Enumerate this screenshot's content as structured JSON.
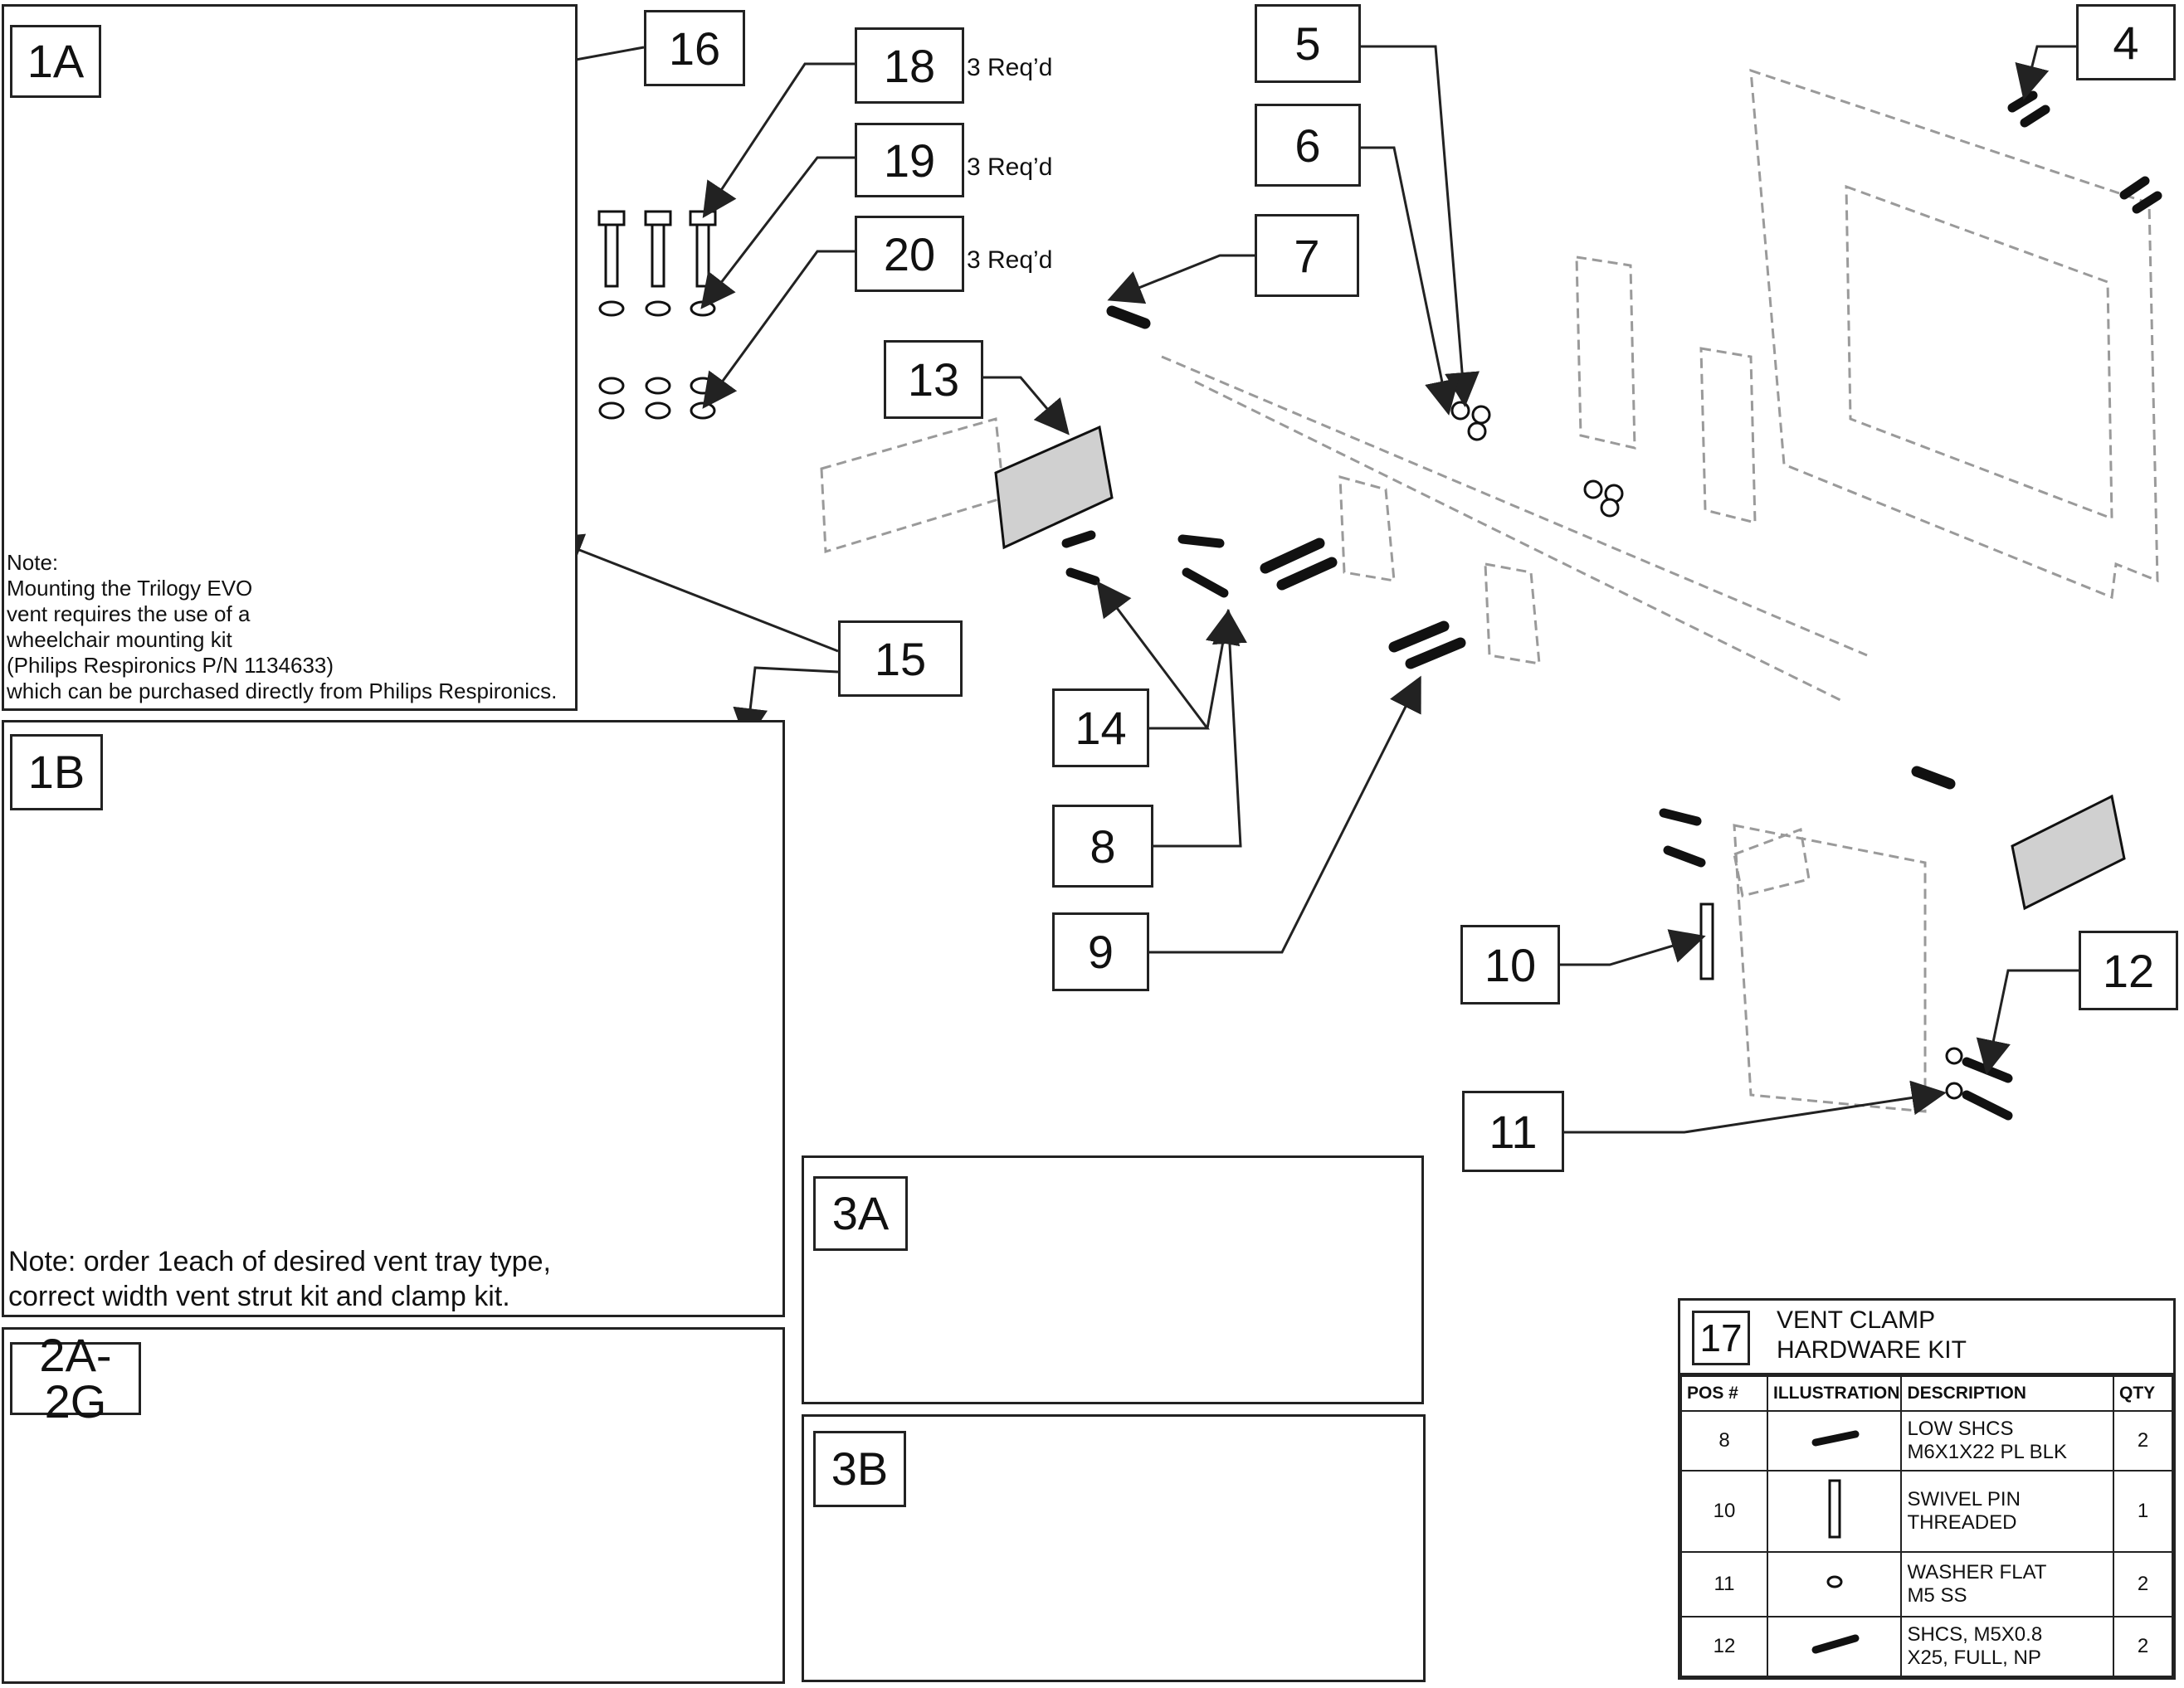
{
  "panels": {
    "p1a": "1A",
    "p1b": "1B",
    "p2": "2A-2G",
    "p3a": "3A",
    "p3b": "3B"
  },
  "callouts": {
    "c4": "4",
    "c5": "5",
    "c6": "6",
    "c7": "7",
    "c8": "8",
    "c9": "9",
    "c10": "10",
    "c11": "11",
    "c12": "12",
    "c13": "13",
    "c14": "14",
    "c15": "15",
    "c16": "16",
    "c18": "18",
    "c19": "19",
    "c20": "20"
  },
  "required": {
    "r18": "3 Req’d",
    "r19": "3 Req’d",
    "r20": "3 Req’d"
  },
  "notes": {
    "note1a": [
      "Note:",
      "Mounting the Trilogy EVO",
      "vent requires the use of a",
      "wheelchair mounting kit",
      "(Philips Respironics P/N 1134633)",
      "which can be purchased directly from Philips Respironics."
    ],
    "note1b": [
      "Note: order 1each of desired vent tray type,",
      "correct width vent strut kit and clamp kit."
    ]
  },
  "kit": {
    "number": "17",
    "title_line1": "VENT CLAMP",
    "title_line2": "HARDWARE KIT",
    "headers": [
      "POS #",
      "ILLUSTRATION",
      "DESCRIPTION",
      "QTY"
    ],
    "rows": [
      {
        "pos": "8",
        "icon": "screw-icon",
        "desc1": "LOW SHCS",
        "desc2": "M6X1X22 PL BLK",
        "qty": "2"
      },
      {
        "pos": "10",
        "icon": "pin-icon",
        "desc1": "SWIVEL PIN",
        "desc2": "THREADED",
        "qty": "1"
      },
      {
        "pos": "11",
        "icon": "washer-icon",
        "desc1": "WASHER FLAT",
        "desc2": "M5 SS",
        "qty": "2"
      },
      {
        "pos": "12",
        "icon": "screw-icon",
        "desc1": "SHCS, M5X0.8",
        "desc2": "X25, FULL, NP",
        "qty": "2"
      }
    ]
  },
  "colors": {
    "part_fill": "#6d6d70",
    "part_light": "#bdbdbd",
    "phantom": "#9a9a9a",
    "line": "#222222"
  }
}
